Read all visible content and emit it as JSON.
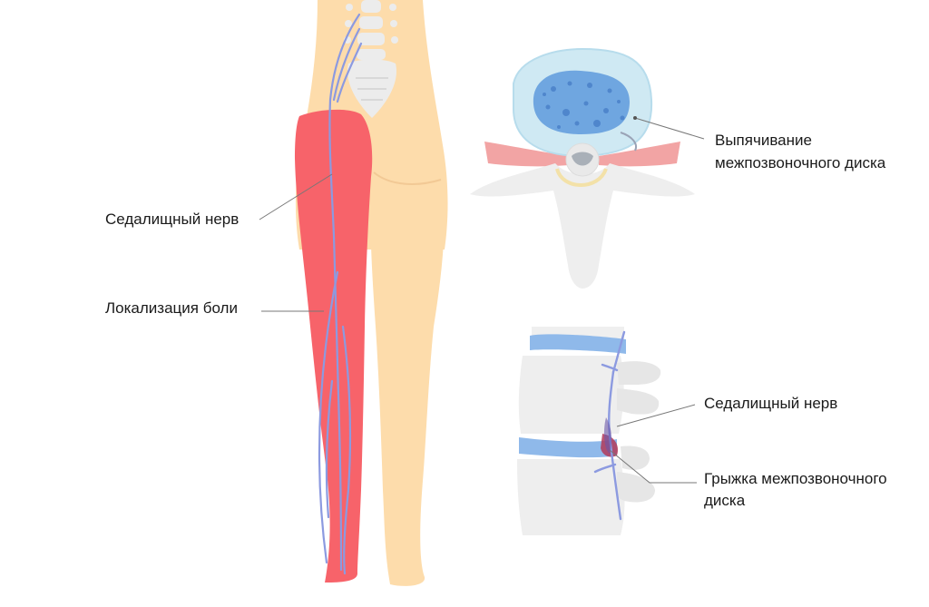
{
  "labels": {
    "left_sciatic": "Седалищный нерв",
    "left_pain": "Локализация боли",
    "protrusion_line1": "Выпячивание",
    "protrusion_line2": "межпозвоночного диска",
    "right_sciatic": "Седалищный нерв",
    "hernia_line1": "Грыжка межпозвоночного",
    "hernia_line2": "диска"
  },
  "colors": {
    "skin": "#fddcab",
    "pain": "#f7636a",
    "nerve": "#8c9ae0",
    "bone": "#efefef",
    "disc_outer": "#cfe9f3",
    "disc_nucleus": "#6fa6e0",
    "disc_band": "#8fb9ea",
    "leader": "#777777"
  },
  "icons": [
    "human-body-figure",
    "vertebra-top-view",
    "spine-side-view"
  ]
}
